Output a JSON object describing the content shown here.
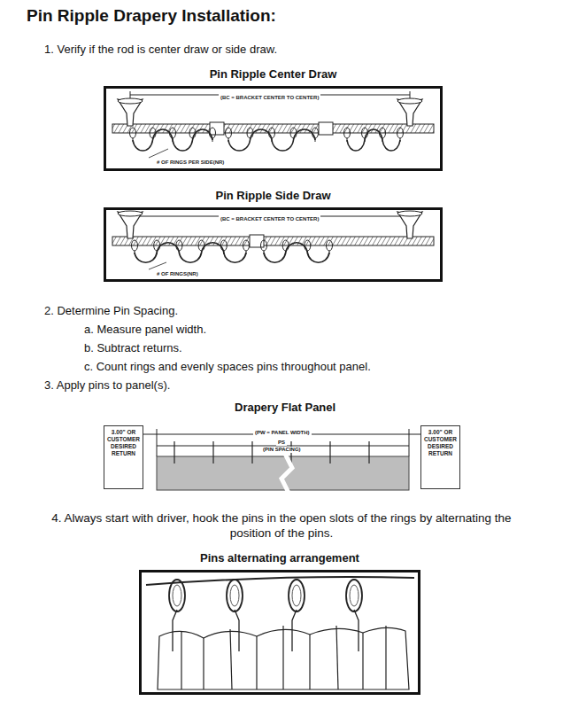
{
  "diagram": {
    "title": "Pin Ripple Drapery Installation:",
    "nodes": [
      {
        "text": [
          "Pin Ripple Center Draw",
          "(BC = BRACKET CENTER TO CENTER)",
          "# OF RINGS PER SIDE(NR)"
        ]
      },
      {
        "text": [
          "Pin Ripple Side Draw",
          "(BC = BRACKET CENTER TO CENTER)",
          "# OF RINGS(NR)"
        ]
      },
      {
        "text": [
          "3.00\" OR CUSTOMER DESIRED RETURN"
        ]
      },
      {
        "text": [
          "3.00\" OR CUSTOMER DESIRED RETURN"
        ]
      },
      {
        "text": [
          "Pins alternating arrangement"
        ]
      }
    ],
    "labels": [
      "1. Verify if the rod is center draw or side draw.",
      "2. Determine Pin Spacing.",
      "a. Measure panel width.",
      "b. Subtract returns.",
      "c. Count rings and evenly spaces pins throughout panel.",
      "3. Apply pins to panel(s).",
      "Drapery Flat Panel",
      "(PW = PANEL WIDTH)",
      "PS",
      "(PIN SPACING)",
      "4. Always start with driver, hook the pins in the open slots of the rings by alternating the position of the pins."
    ]
  }
}
